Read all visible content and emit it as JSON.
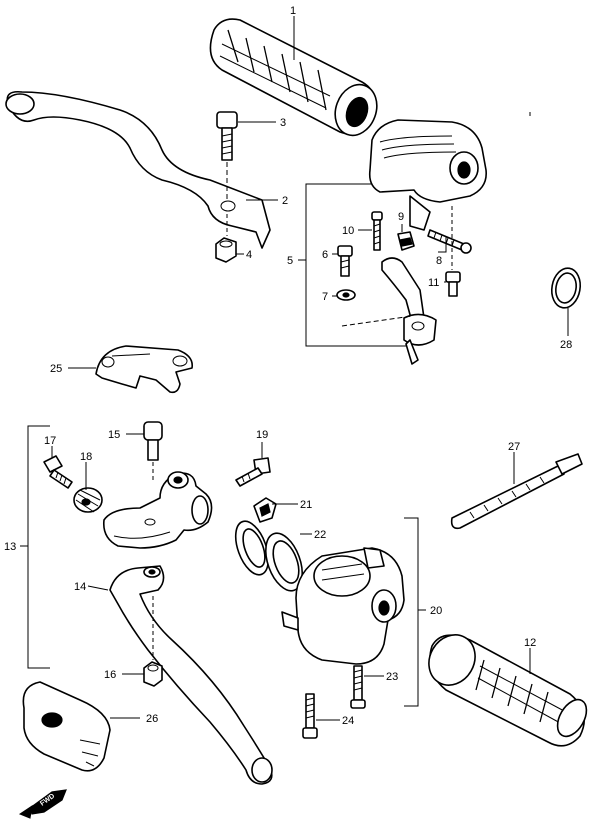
{
  "callouts": [
    {
      "id": "p1",
      "label": "1"
    },
    {
      "id": "p2",
      "label": "2"
    },
    {
      "id": "p3",
      "label": "3"
    },
    {
      "id": "p4",
      "label": "4"
    },
    {
      "id": "p5",
      "label": "5"
    },
    {
      "id": "p6",
      "label": "6"
    },
    {
      "id": "p7",
      "label": "7"
    },
    {
      "id": "p8",
      "label": "8"
    },
    {
      "id": "p9",
      "label": "9"
    },
    {
      "id": "p10",
      "label": "10"
    },
    {
      "id": "p11",
      "label": "11"
    },
    {
      "id": "p12",
      "label": "12"
    },
    {
      "id": "p13",
      "label": "13"
    },
    {
      "id": "p14",
      "label": "14"
    },
    {
      "id": "p15",
      "label": "15"
    },
    {
      "id": "p16",
      "label": "16"
    },
    {
      "id": "p17",
      "label": "17"
    },
    {
      "id": "p18",
      "label": "18"
    },
    {
      "id": "p19",
      "label": "19"
    },
    {
      "id": "p20",
      "label": "20"
    },
    {
      "id": "p21",
      "label": "21"
    },
    {
      "id": "p22",
      "label": "22"
    },
    {
      "id": "p23",
      "label": "23"
    },
    {
      "id": "p24",
      "label": "24"
    },
    {
      "id": "p25",
      "label": "25"
    },
    {
      "id": "p26",
      "label": "26"
    },
    {
      "id": "p27",
      "label": "27"
    },
    {
      "id": "p28",
      "label": "28"
    }
  ],
  "direction_badge": "FWD"
}
